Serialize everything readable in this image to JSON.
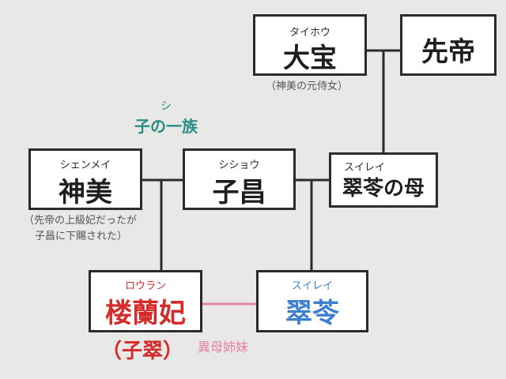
{
  "people": {
    "taiho": {
      "ruby": "タイホウ",
      "name": "大宝"
    },
    "sentei": {
      "name": "先帝"
    },
    "shinbi": {
      "ruby": "シェンメイ",
      "name": "神美"
    },
    "shisho": {
      "ruby": "シショウ",
      "name": "子昌"
    },
    "suirei_mother": {
      "ruby": "スイレイ",
      "name": "翠苓の母"
    },
    "rouran": {
      "ruby": "ロウラン",
      "name": "楼蘭妃"
    },
    "suirei": {
      "ruby": "スイレイ",
      "name": "翠苓"
    }
  },
  "notes": {
    "taiho": "（神美の元侍女）",
    "shinbi_line1": "（先帝の上級妃だったが",
    "shinbi_line2": "子昌に下賜された）",
    "rouran_alias": "（子翠）",
    "half_sisters": "異母姉妹"
  },
  "clan": {
    "ruby": "シ",
    "name": "子の一族"
  },
  "colors": {
    "line": "#2b2b2b",
    "border": "#2b2b2b",
    "red": "#d42a2a",
    "blue": "#3d7fd0",
    "pink": "#e67ea6",
    "teal": "#2a8c87",
    "background": "#e8e8e7"
  }
}
